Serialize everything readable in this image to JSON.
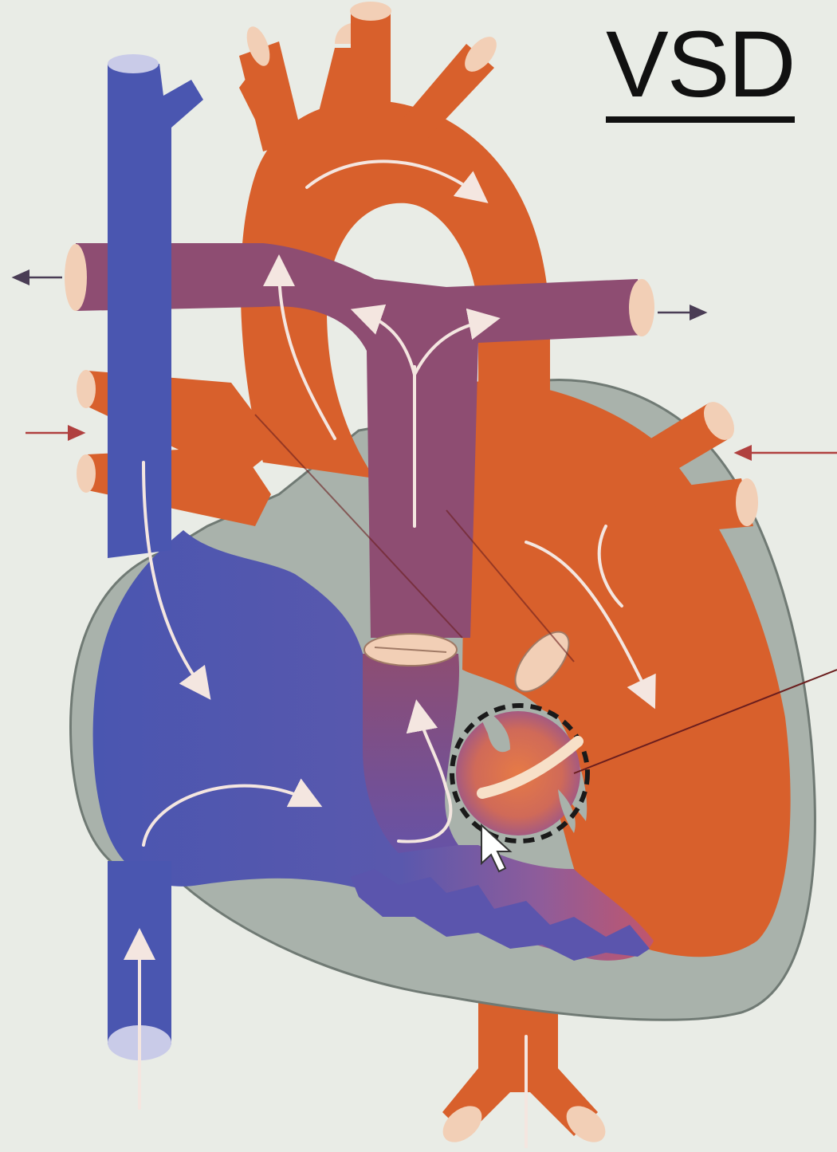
{
  "diagram": {
    "title": "VSD",
    "colors": {
      "background": "#e9ece6",
      "oxygenated": "#d8602c",
      "deoxygenated": "#4a56b0",
      "pulmonary_artery": "#8e4d72",
      "heart_wall": "#a9b2ab",
      "valve": "#f2cfb6",
      "flow_arrow": "#f4e6e0",
      "pointer_line": "#6b1e1e"
    },
    "icons": [
      "flow-arrow",
      "mouse-cursor-icon",
      "defect-highlight-circle"
    ]
  }
}
